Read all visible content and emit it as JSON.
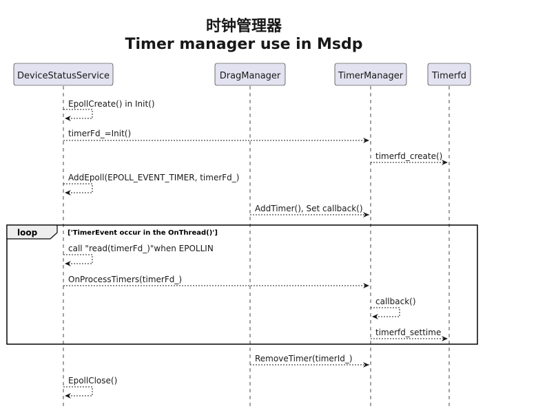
{
  "diagram": {
    "title_line1": "时钟管理器",
    "title_line2": "Timer manager use in Msdp",
    "participants": [
      {
        "id": "dss",
        "label": "DeviceStatusService"
      },
      {
        "id": "drag",
        "label": "DragManager"
      },
      {
        "id": "tm",
        "label": "TimerManager"
      },
      {
        "id": "tfd",
        "label": "Timerfd"
      }
    ],
    "messages": [
      {
        "from": "dss",
        "to": "dss",
        "label": "EpollCreate() in Init()"
      },
      {
        "from": "dss",
        "to": "tm",
        "label": "timerFd_=Init()"
      },
      {
        "from": "tm",
        "to": "tfd",
        "label": "timerfd_create()"
      },
      {
        "from": "dss",
        "to": "dss",
        "label": "AddEpoll(EPOLL_EVENT_TIMER, timerFd_)"
      },
      {
        "from": "drag",
        "to": "tm",
        "label": "AddTimer(), Set callback()"
      },
      {
        "from": "dss",
        "to": "dss",
        "label": "call \"read(timerFd_)\"when EPOLLIN"
      },
      {
        "from": "dss",
        "to": "tm",
        "label": "OnProcessTimers(timerFd_)"
      },
      {
        "from": "tm",
        "to": "tm",
        "label": "callback()"
      },
      {
        "from": "tm",
        "to": "tfd",
        "label": "timerfd_settime"
      },
      {
        "from": "drag",
        "to": "tm",
        "label": "RemoveTimer(timerId_)"
      },
      {
        "from": "dss",
        "to": "dss",
        "label": "EpollClose()"
      }
    ],
    "loop": {
      "keyword": "loop",
      "guard": "['TimerEvent occur in the OnThread()']"
    }
  },
  "colors": {
    "participant_fill": "#e2e2f0",
    "participant_stroke": "#181818",
    "lifeline": "#181818",
    "message": "#181818"
  }
}
